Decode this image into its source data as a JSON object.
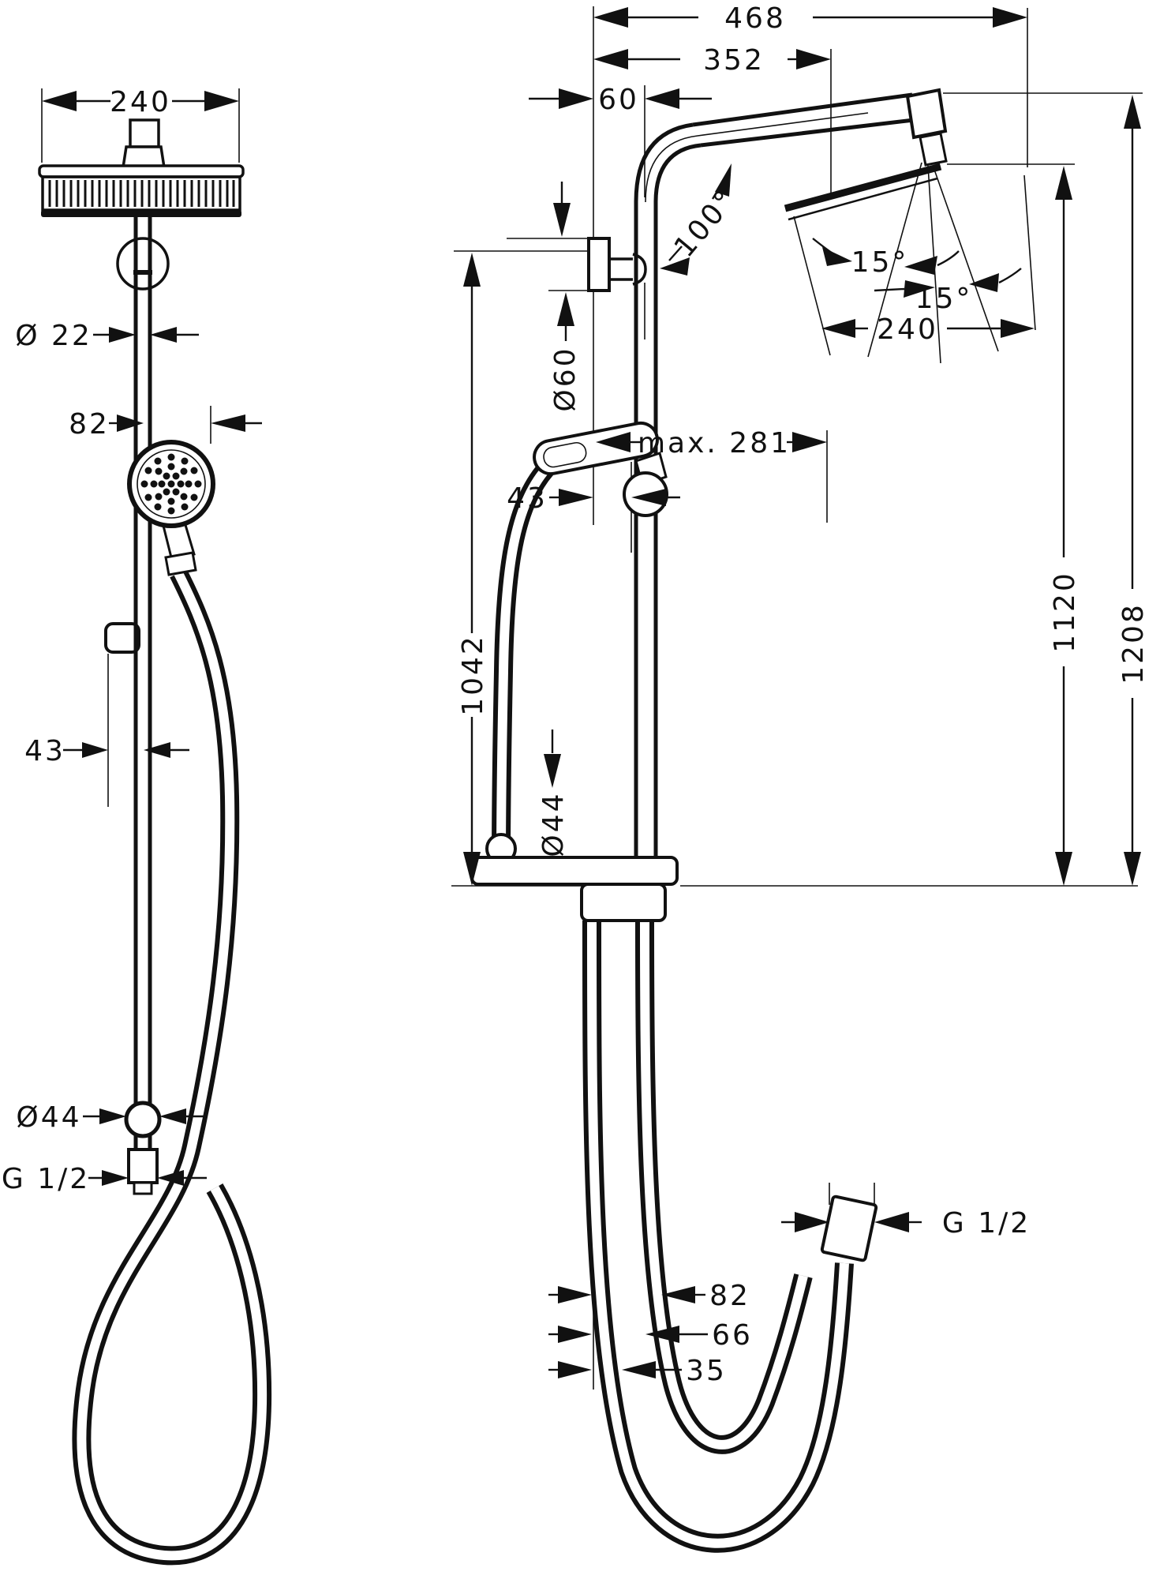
{
  "drawing": {
    "type": "technical-dimension-drawing",
    "subject": "shower pipe system with overhead and hand shower",
    "colors": {
      "line": "#111111",
      "background": "#ffffff"
    },
    "left_view": {
      "head_width": "240",
      "pipe_diameter": "Ø 22",
      "handshower_offset": "82",
      "holder_offset": "43",
      "union_nut_diameter": "Ø44",
      "connection_thread": "G 1/2"
    },
    "right_view": {
      "overall_width": "468",
      "arm_projection": "352",
      "wall_offset": "60",
      "arm_angle": "100°",
      "head_tilt_left": "15°",
      "head_tilt_right": "15°",
      "head_width": "240",
      "wall_bracket_diameter": "Ø60",
      "slider_travel": "max. 281",
      "wall_clearance": "43",
      "bracket_height": "1042",
      "riser_height": "1120",
      "overall_height": "1208",
      "valve_diameter": "Ø44",
      "hose_offset_82": "82",
      "hose_offset_66": "66",
      "hose_offset_35": "35",
      "connection_thread": "G 1/2"
    }
  }
}
